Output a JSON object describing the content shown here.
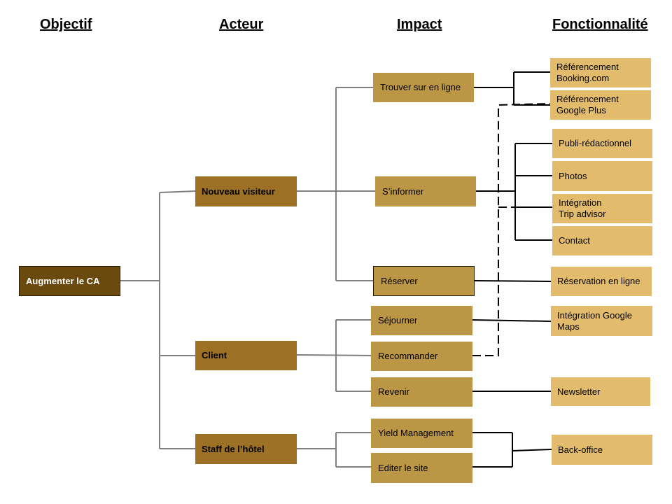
{
  "headers": {
    "objectif": "Objectif",
    "acteur": "Acteur",
    "impact": "Impact",
    "fonctionnalite": "Fonctionnalité"
  },
  "objective": {
    "label": "Augmenter le CA"
  },
  "actors": {
    "nouveau_visiteur": "Nouveau visiteur",
    "client": "Client",
    "staff": "Staff de l’hôtel"
  },
  "impacts": {
    "trouver": "Trouver sur en ligne",
    "informer": "S’informer",
    "reserver": "Réserver",
    "sejourner": "Séjourner",
    "recommander": "Recommander",
    "revenir": "Revenir",
    "yield": "Yield Management",
    "editer": "Editer le site"
  },
  "features": {
    "booking": "Référencement\nBooking.com",
    "google_plus": "Référencement\nGoogle Plus",
    "publi": "Publi-rédactionnel",
    "photos": "Photos",
    "trip": "Intégration\nTrip advisor",
    "contact": "Contact",
    "resa": "Réservation en ligne",
    "maps": "Intégration Google\nMaps",
    "newsletter": "Newsletter",
    "backoffice": "Back-office"
  },
  "colors": {
    "objective_fill": "#6b4a10",
    "actor_fill": "#9c7125",
    "impact_fill": "#bb9645",
    "feature_fill": "#e2bc6c",
    "grey_connector": "#808080",
    "black_connector": "#000000"
  }
}
